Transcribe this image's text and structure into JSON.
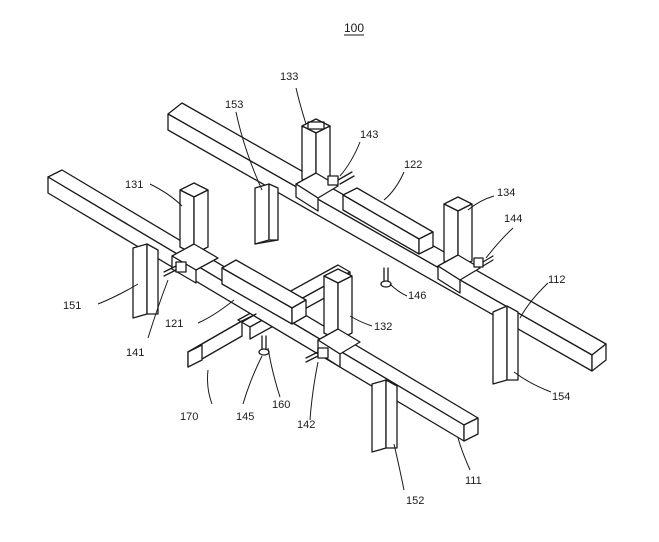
{
  "figure": {
    "title": "100",
    "labels": {
      "l100": "100",
      "l111": "111",
      "l112": "112",
      "l121": "121",
      "l122": "122",
      "l131": "131",
      "l132": "132",
      "l133": "133",
      "l134": "134",
      "l141": "141",
      "l142": "142",
      "l143": "143",
      "l144": "144",
      "l145": "145",
      "l146": "146",
      "l151": "151",
      "l152": "152",
      "l153": "153",
      "l154": "154",
      "l160": "160",
      "l170": "170"
    }
  }
}
